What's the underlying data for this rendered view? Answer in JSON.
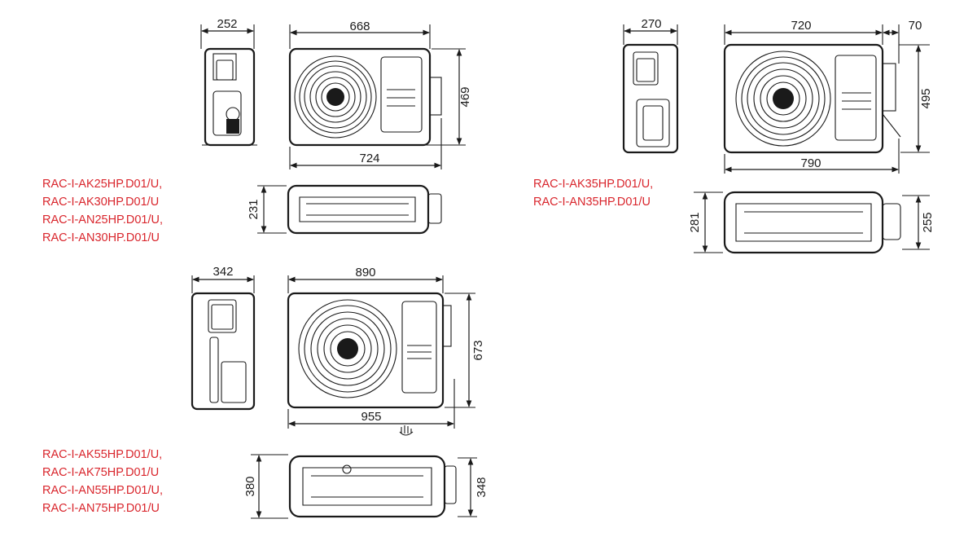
{
  "colors": {
    "model_text": "#d9252c",
    "line": "#1a1a1a"
  },
  "group_small": {
    "models": [
      "RAC-I-AK25HP.D01/U,",
      "RAC-I-AK30HP.D01/U",
      "RAC-I-AN25HP.D01/U,",
      "RAC-I-AN30HP.D01/U"
    ],
    "dims": {
      "depth": "252",
      "width_top": "668",
      "height": "469",
      "width_bottom": "724",
      "top_depth": "231"
    }
  },
  "group_medium": {
    "models": [
      "RAC-I-AK35HP.D01/U,",
      "RAC-I-AN35HP.D01/U"
    ],
    "dims": {
      "depth": "270",
      "width_top": "720",
      "valve": "70",
      "height": "495",
      "width_bottom": "790",
      "top_depth_left": "281",
      "top_depth_right": "255"
    }
  },
  "group_large": {
    "models": [
      "RAC-I-AK55HP.D01/U,",
      "RAC-I-AK75HP.D01/U",
      "RAC-I-AN55HP.D01/U,",
      "RAC-I-AN75HP.D01/U"
    ],
    "dims": {
      "depth": "342",
      "width_top": "890",
      "height": "673",
      "width_bottom": "955",
      "top_depth_left": "380",
      "top_depth_right": "348"
    }
  }
}
